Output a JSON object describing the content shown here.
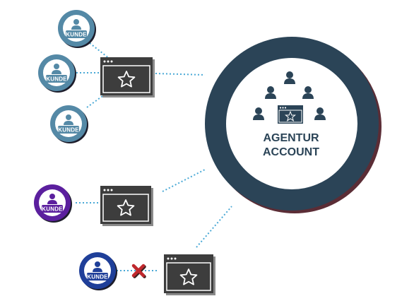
{
  "agency": {
    "line1": "AGENTUR",
    "line2": "ACCOUNT"
  },
  "customers": [
    {
      "label": "KUNDE",
      "ring_color": "#5489a6",
      "status": "connected"
    },
    {
      "label": "KUNDE",
      "ring_color": "#5489a6",
      "status": "connected"
    },
    {
      "label": "KUNDE",
      "ring_color": "#5489a6",
      "status": "connected"
    },
    {
      "label": "KUNDE",
      "ring_color": "#5b1f9e",
      "status": "connected"
    },
    {
      "label": "KUNDE",
      "ring_color": "#1f3f99",
      "status": "blocked"
    }
  ],
  "colors": {
    "agency_ring": "#2b4457",
    "connector": "#4aa9d6",
    "window": "#3d3d3d",
    "blocked_mark": "#c0282d"
  },
  "icons": {
    "window": "browser-window-star-icon",
    "customer": "person-icon",
    "blocked": "x-mark-icon"
  }
}
